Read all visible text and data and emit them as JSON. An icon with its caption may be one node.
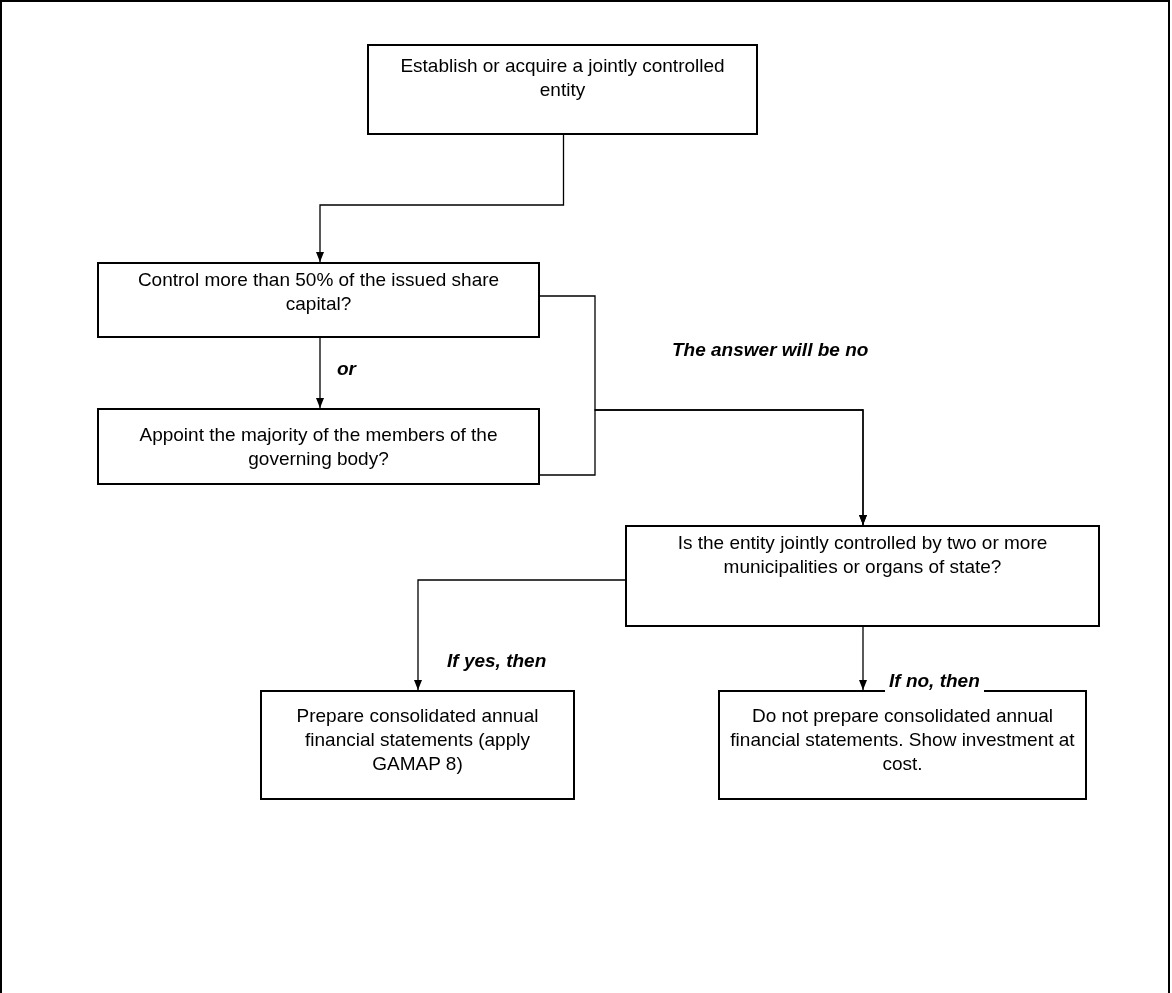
{
  "diagram": {
    "nodes": [
      {
        "text": [
          "Establish or acquire a jointly controlled entity"
        ]
      },
      {
        "text": [
          "Control more than 50% of the issued share capital?"
        ]
      },
      {
        "text": [
          "Appoint the majority of the members of the governing body?"
        ]
      },
      {
        "text": [
          "Is the entity jointly controlled by two or more municipalities or organs of state?"
        ]
      },
      {
        "text": [
          "Prepare consolidated annual financial statements (apply GAMAP 8)"
        ]
      },
      {
        "text": [
          "Do not prepare consolidated annual financial statements. Show investment at cost."
        ]
      }
    ],
    "edges": [
      {
        "from": 0,
        "to": 1,
        "arrow": "to"
      },
      {
        "from": 1,
        "to": 2,
        "arrow": "to",
        "label": "or"
      },
      {
        "from": 1,
        "to": 3,
        "arrow": "to",
        "label": "The answer will be no"
      },
      {
        "from": 2,
        "to": 3,
        "arrow": "to"
      },
      {
        "from": 3,
        "to": 4,
        "arrow": "to",
        "label": "If yes, then"
      },
      {
        "from": 3,
        "to": 5,
        "arrow": "to",
        "label": "If no, then"
      }
    ]
  }
}
